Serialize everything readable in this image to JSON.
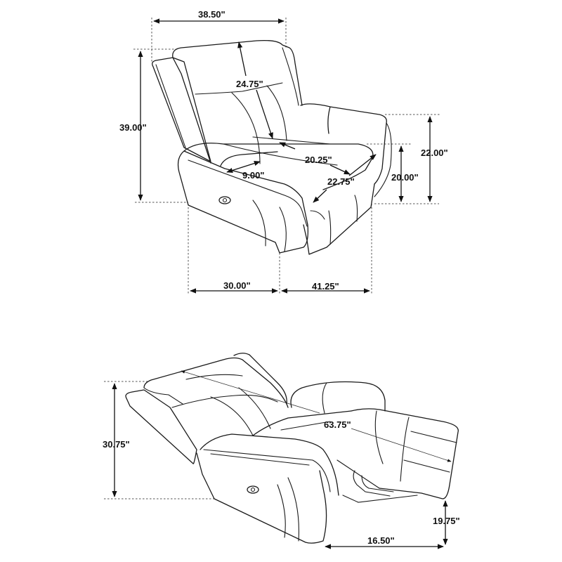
{
  "diagram": {
    "subject": "Power recliner chair dimension drawing",
    "views": [
      {
        "name": "upright view",
        "dimensions": {
          "overall_width": "38.50\"",
          "overall_height": "39.00\"",
          "back_height": "24.75\"",
          "seat_width": "20.25\"",
          "seat_depth": "22.75\"",
          "arm_width": "9.00\"",
          "arm_height": "22.00\"",
          "seat_height": "20.00\"",
          "depth_upright": "30.00\"",
          "depth_side": "41.25\""
        }
      },
      {
        "name": "reclined view",
        "dimensions": {
          "reclined_height": "30.75\"",
          "reclined_length": "63.75\"",
          "footrest_height": "19.75\"",
          "footrest_extension": "16.50\""
        }
      }
    ],
    "colors": {
      "line": "#1a1a1a",
      "background": "#ffffff",
      "text": "#111111"
    }
  }
}
